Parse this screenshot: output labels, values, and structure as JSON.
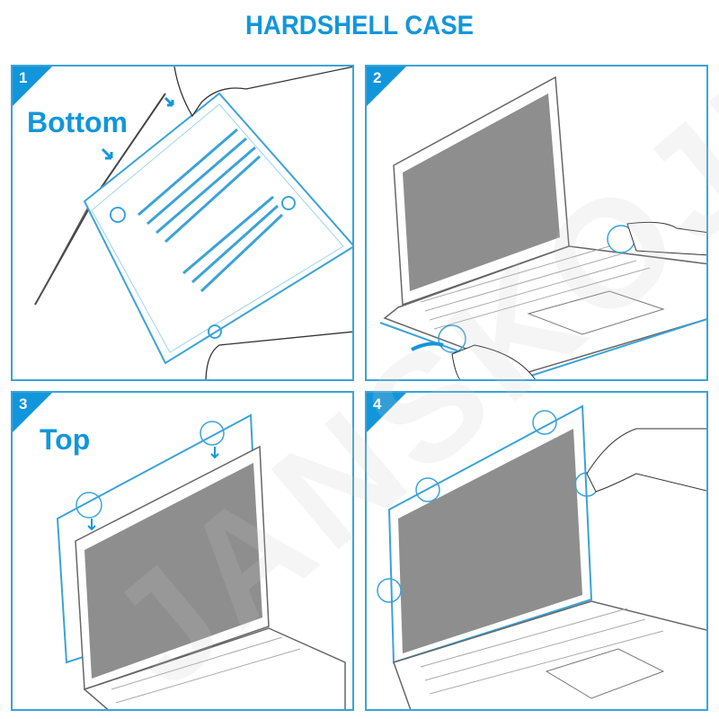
{
  "title": "HARDSHELL CASE",
  "panels": [
    {
      "number": "1",
      "label": "Bottom"
    },
    {
      "number": "2",
      "label": ""
    },
    {
      "number": "3",
      "label": "Top"
    },
    {
      "number": "4",
      "label": ""
    }
  ],
  "watermark": "JANSKOJI",
  "colors": {
    "accent": "#1296db",
    "case_outline": "#3aa3d8",
    "screen": "#8e8e8e"
  }
}
